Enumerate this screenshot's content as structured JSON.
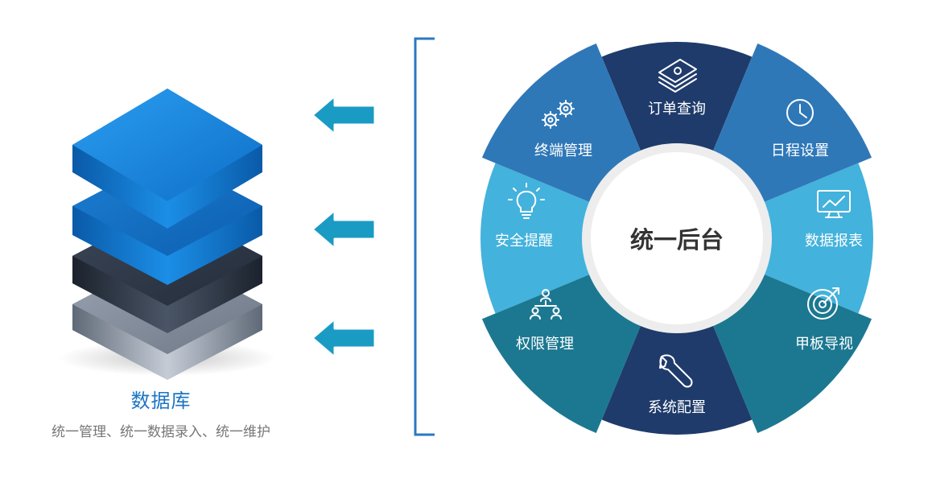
{
  "database": {
    "title": "数据库",
    "subtitle": "统一管理、统一数据录入、统一维护"
  },
  "center": {
    "label": "统一后台"
  },
  "segments": [
    {
      "label": "订单查询",
      "icon": "money-stack-icon",
      "color": "#1f3b6b"
    },
    {
      "label": "日程设置",
      "icon": "clock-icon",
      "color": "#2f78b8"
    },
    {
      "label": "数据报表",
      "icon": "chart-monitor-icon",
      "color": "#43b2dc"
    },
    {
      "label": "甲板导视",
      "icon": "target-icon",
      "color": "#1c7891"
    },
    {
      "label": "系统配置",
      "icon": "wrench-icon",
      "color": "#1f3b6b"
    },
    {
      "label": "权限管理",
      "icon": "people-hierarchy-icon",
      "color": "#1c7891"
    },
    {
      "label": "安全提醒",
      "icon": "lightbulb-icon",
      "color": "#43b2dc"
    },
    {
      "label": "终端管理",
      "icon": "gears-icon",
      "color": "#2f78b8"
    }
  ],
  "colors": {
    "bracket": "#2a78c2",
    "arrow": "#1a9bc4",
    "db_top": "#1a85e0",
    "db_dark": "#2d3a4c",
    "db_gray": "#8d97a5"
  }
}
